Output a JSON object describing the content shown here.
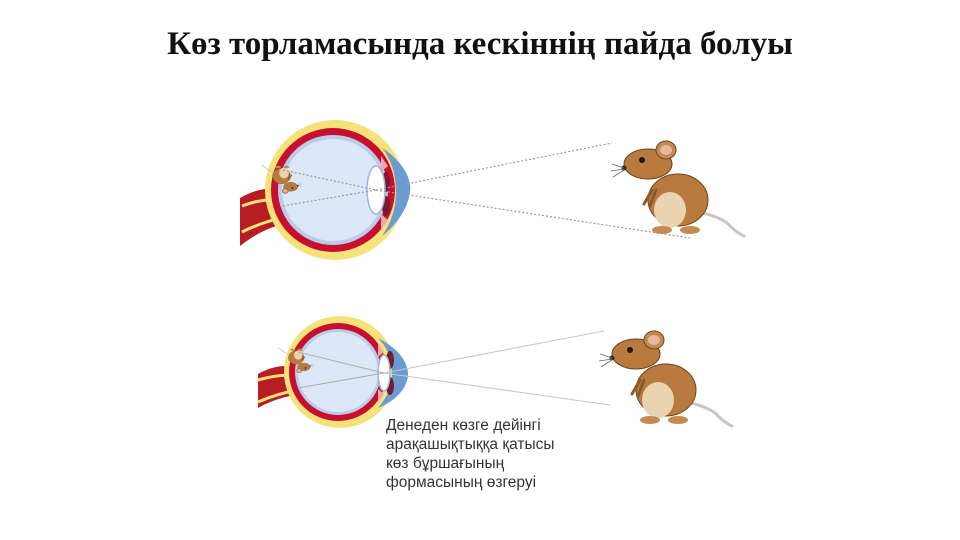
{
  "slide": {
    "title": "Көз торламасында кескіннің пайда болуы",
    "caption_lines": [
      "Денеден көзге дейінгі",
      "арақашықтыққа қатысы",
      "көз бұршағының",
      "формасының өзгеруі"
    ]
  },
  "colors": {
    "sclera": "#F5E27A",
    "choroid": "#C8102E",
    "retina": "#B8CCEC",
    "vitreous": "#DCE8F7",
    "cornea": "#6C9BD2",
    "nerve": "#B81D24",
    "ray": "#9A9A9A",
    "mouse_fur": "#B97A3E",
    "mouse_belly": "#E9D3B0"
  },
  "icons": [
    "eye-cross-section-icon",
    "mouse-icon",
    "inverted-image-icon"
  ]
}
